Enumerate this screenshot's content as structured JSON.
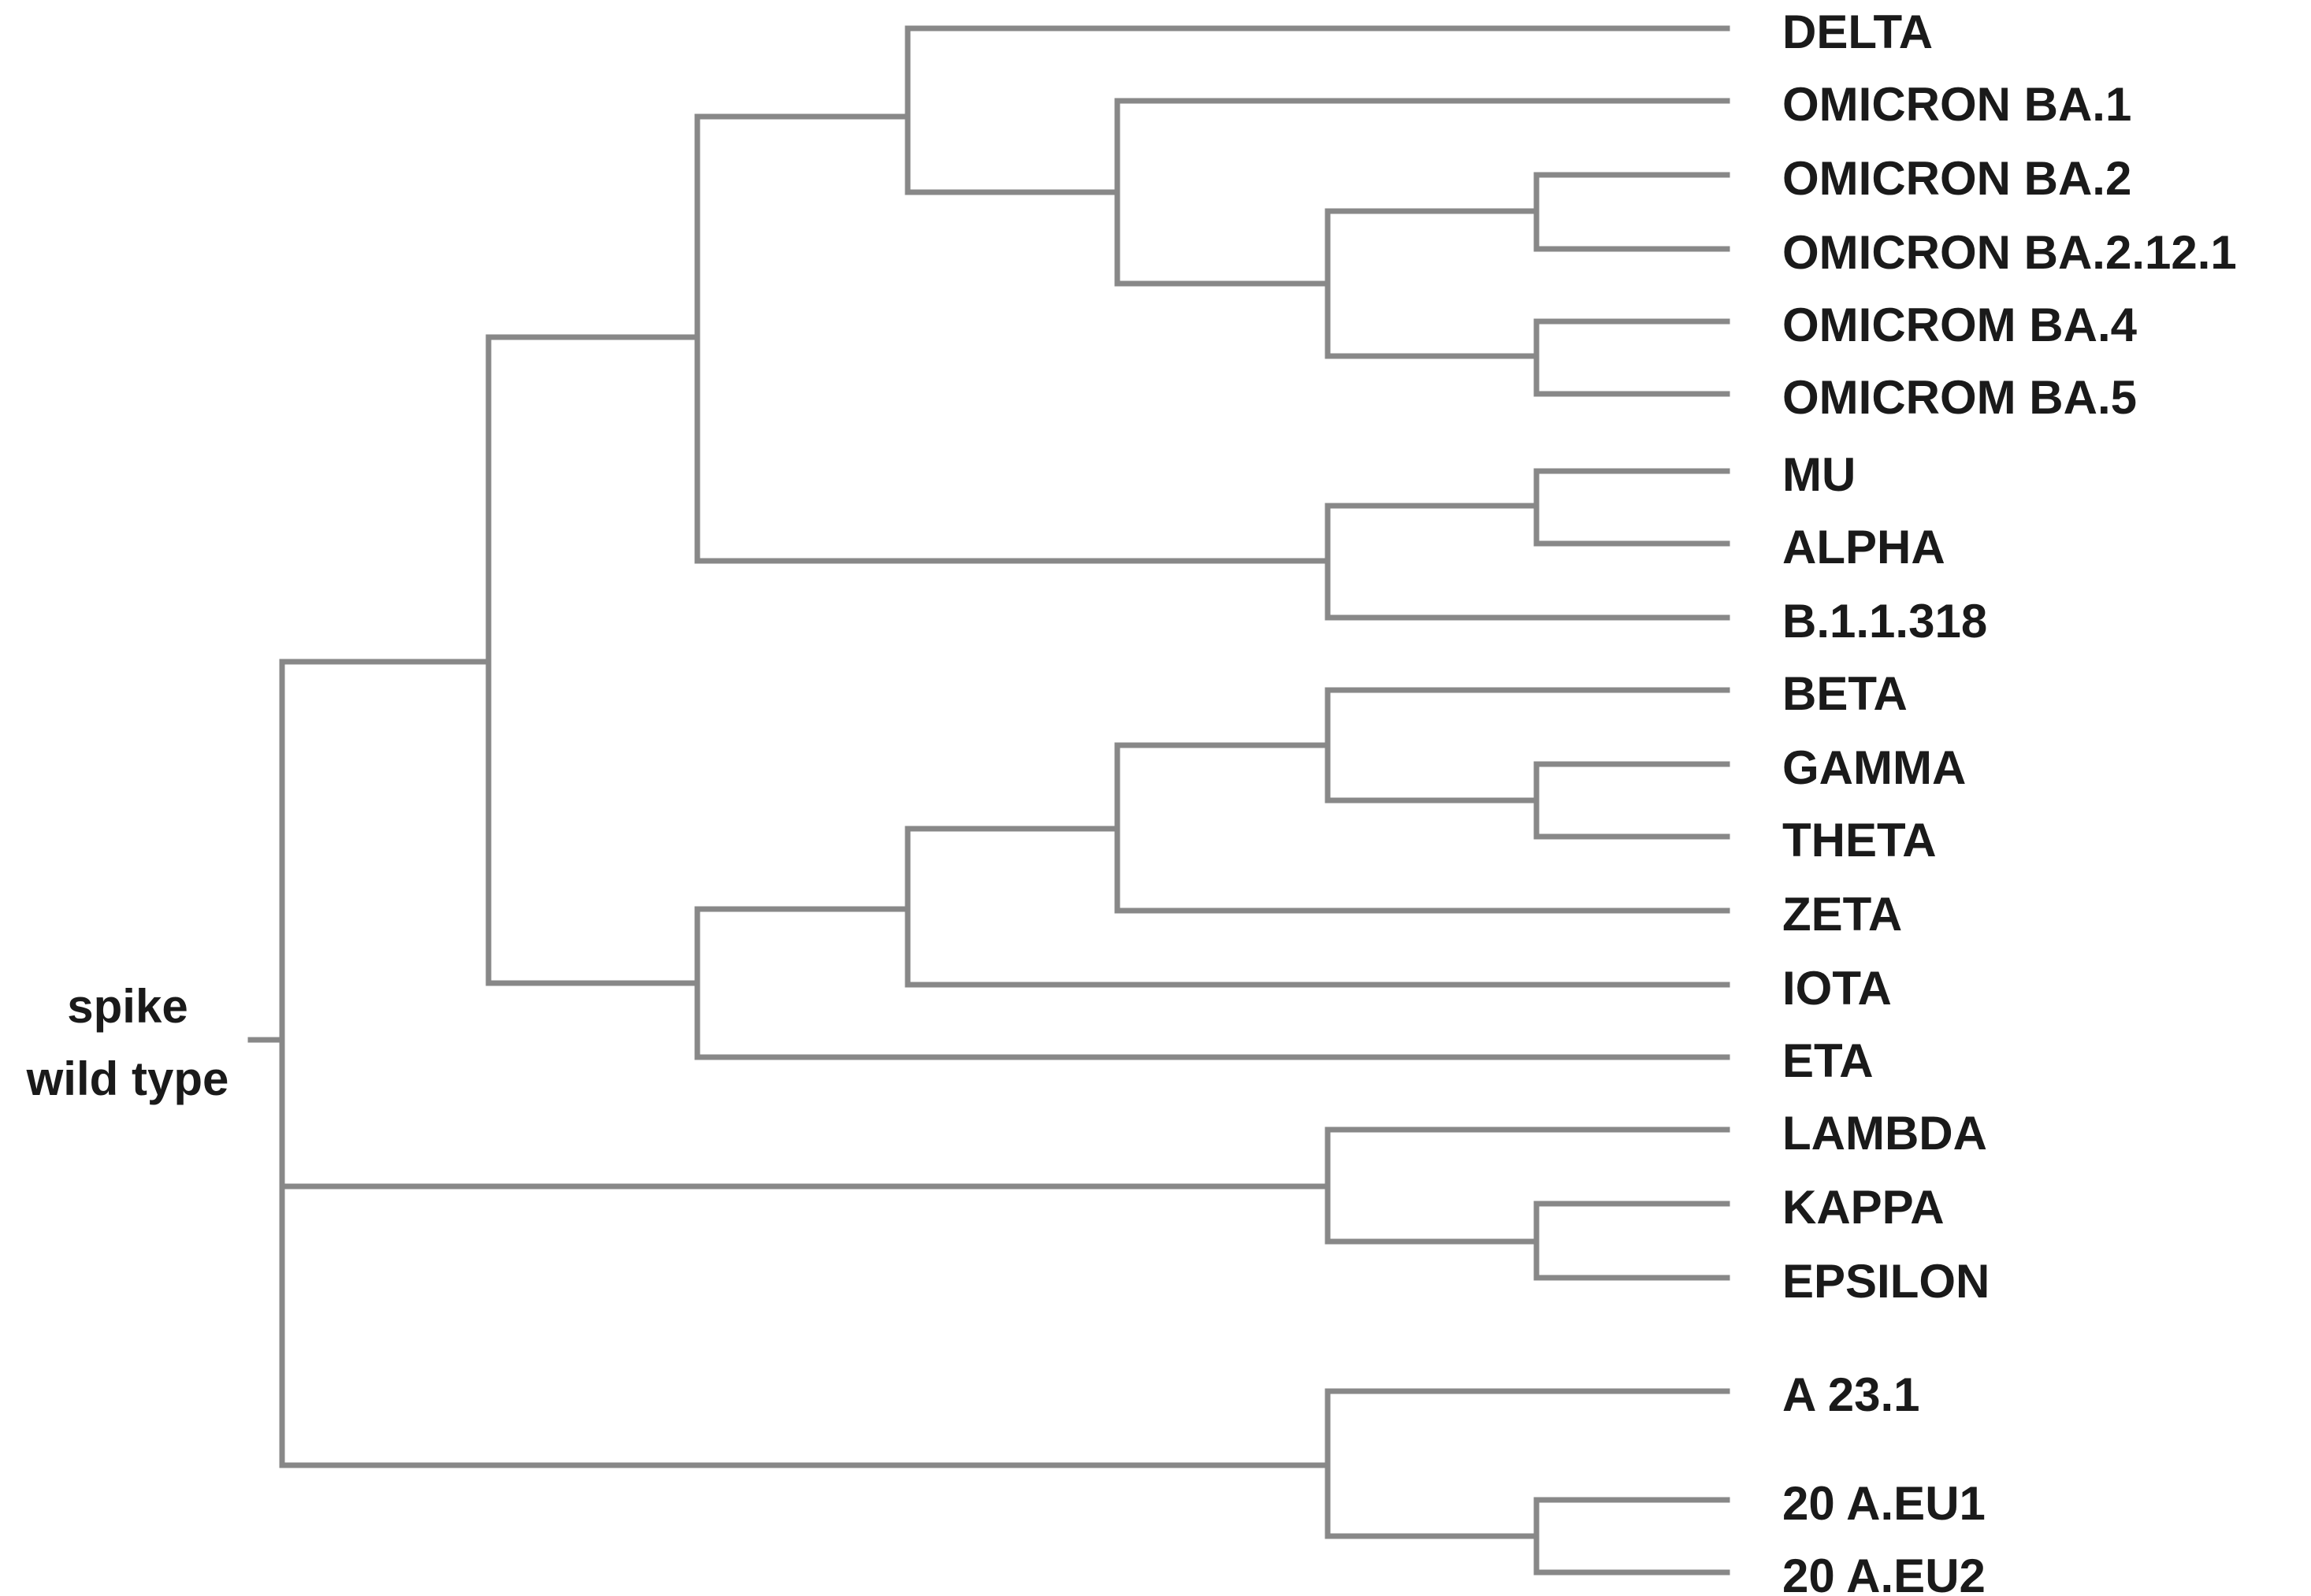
{
  "root": {
    "label_line1": "spike",
    "label_line2": "wild type"
  },
  "leaves": [
    "DELTA",
    "OMICRON BA.1",
    "OMICRON BA.2",
    "OMICRON BA.2.12.1",
    "OMICROM BA.4",
    "OMICROM BA.5",
    "MU",
    "ALPHA",
    "B.1.1.318",
    "BETA",
    "GAMMA",
    "THETA",
    "ZETA",
    "IOTA",
    "ETA",
    "LAMBDA",
    "KAPPA",
    "EPSILON",
    "A 23.1",
    "20 A.EU1",
    "20 A.EU2"
  ],
  "branch_color": "#888888",
  "text_color": "#1a1a1a"
}
